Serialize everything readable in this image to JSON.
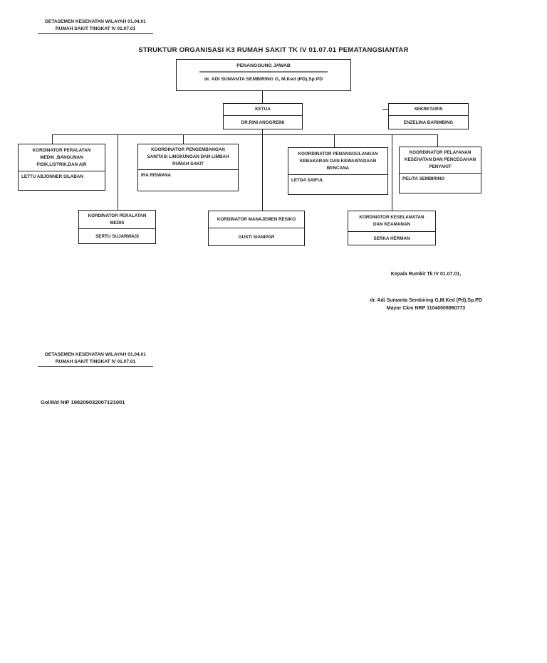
{
  "header_top": {
    "line1": "DETASEMEN KESEHATAN WILAYAH 01.04.01",
    "line2": "RUMAH SAKIT TINGKAT IV 01.07.01"
  },
  "title": "STRUKTUR ORGANISASI K3 RUMAH SAKIT TK IV 01.07.01 PEMATANGSIANTAR",
  "chart": {
    "penanggung_jawab": {
      "role": "PENANGGUNG JAWAB",
      "name": "dr. ADI SUMANTA SEMBIRING G, M.Ked (PD),Sp.PD"
    },
    "ketua": {
      "role": "KETUA",
      "name": "DR.RINI ANGGREINI"
    },
    "sekretaris": {
      "role": "SEKRETARIS",
      "name": "ENZELINA BARIMBING"
    },
    "row1": [
      {
        "role": "KORDINATOR PERALATAN\nMEDIK ,BANGUNAN\nFISIK,LISTRIK,DAN AIR",
        "name": "LETTU ABJONNER SILABAN"
      },
      {
        "role": "KOORDINATOR PENGEMBANGAN\nSANITASI LINGKUNGAN DAN LIMBAH\nRUMAH SAKIT",
        "name": "IRA RISWANA"
      },
      {
        "role": "KOORDINATOR PENANGGULANGAN\nKEBAKARAN DAN KEWASPADAAN\nBENCANA",
        "name": "LETDA SAIFUL"
      },
      {
        "role": "KOORDINATOR PELAYANAN\nKESEHATAN DAN PENCEGAHAN\nPENYAKIT",
        "name": "PELITA SEMBIRING"
      }
    ],
    "row2": [
      {
        "role": "KORDINATOR PERALATAN\nMEDIS",
        "name": "SERTU SUJARWADI"
      },
      {
        "role": "KORDINATOR MANAJEMEN RESIKO",
        "name": "GUSTI SIANIPAR"
      },
      {
        "role": "KORDINATOR KESELAMATAN\nDAN KEAMANAN",
        "name": "SERKA HERMAN"
      }
    ]
  },
  "signature": {
    "line1": "Kepala Rumkit Tk IV 01.07.01,",
    "line2": "dr. Adi Sumanta Sembiring G,M.Ked (Pd),Sp.PD",
    "line3": "Mayor Ckm NRP 11040008960773"
  },
  "header_bottom": {
    "line1": "DETASEMEN KESEHATAN WILAYAH 01.04.01",
    "line2": "RUMAH SAKIT TINGKAT IV 01.07.01"
  },
  "footer": {
    "nip_line": "Gol/II/d NIP 198209032007121001"
  },
  "colors": {
    "ink": "#1c1c1c",
    "divider_gray": "#7f7f7f",
    "background": "#ffffff"
  }
}
